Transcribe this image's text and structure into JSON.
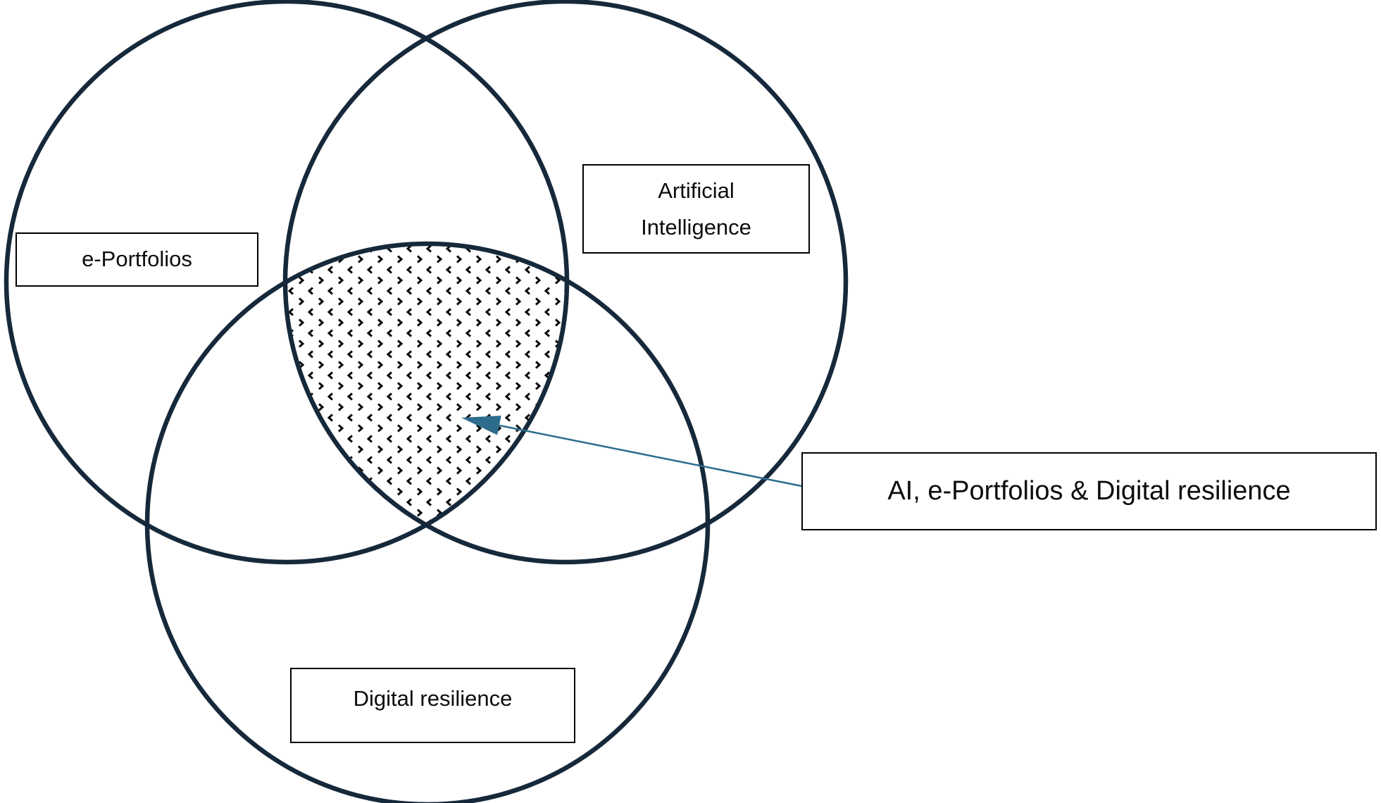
{
  "diagram": {
    "type": "venn",
    "sets": [
      {
        "id": "e-portfolios",
        "label": "e-Portfolios"
      },
      {
        "id": "artificial-intelligence",
        "label_lines": [
          "Artificial",
          "Intelligence"
        ]
      },
      {
        "id": "digital-resilience",
        "label": "Digital resilience"
      }
    ],
    "highlighted_intersection": {
      "sets": [
        "artificial-intelligence",
        "e-portfolios",
        "digital-resilience"
      ],
      "callout_label": "AI, e-Portfolios & Digital resilience",
      "fill_pattern": "divot-chevron-dots"
    },
    "colors": {
      "circle_stroke": "#16293B",
      "arrow": "#2E6C8E",
      "pattern_fill": "#0A0A0A",
      "box_border": "#000000",
      "background": "#FFFFFF",
      "text": "#0D0D0D"
    }
  }
}
